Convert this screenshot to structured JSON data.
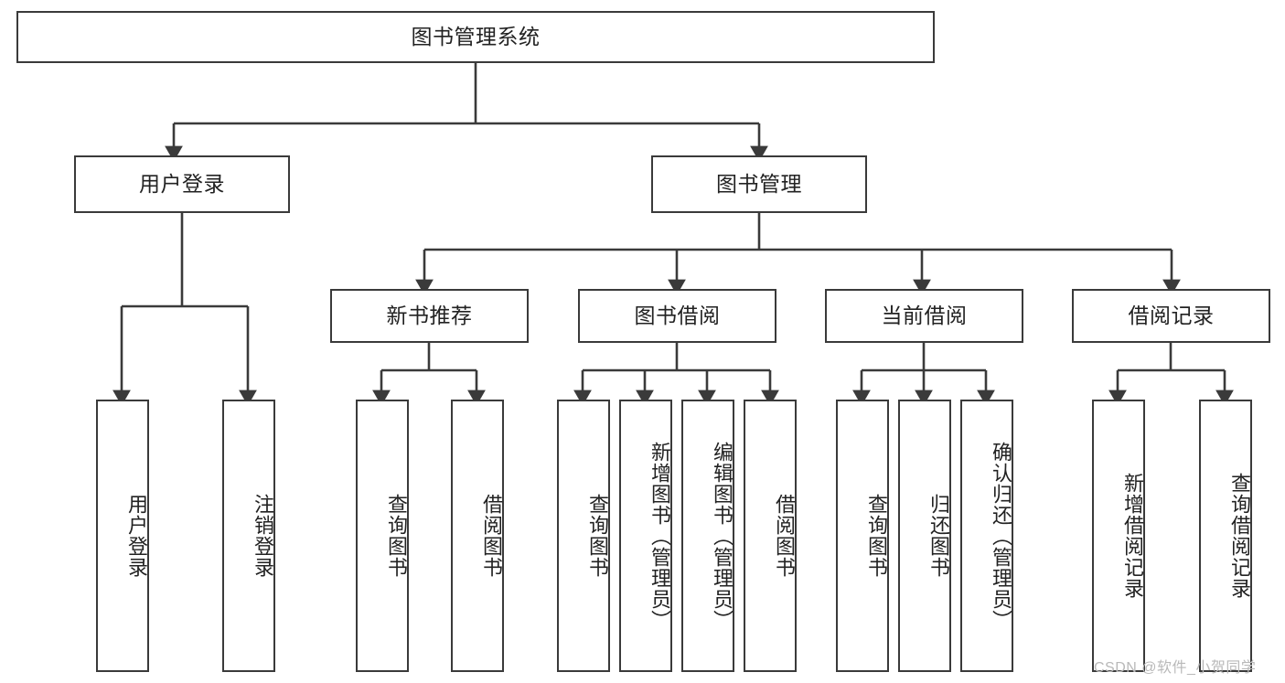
{
  "diagram": {
    "type": "tree",
    "title": "图书管理系统",
    "orientation": "top-down",
    "levels": 4,
    "colors": {
      "box_border": "#3a3a3a",
      "box_fill": "#ffffff",
      "connector": "#3a3a3a",
      "text": "#222222",
      "watermark": "#b9b9b9",
      "background": "#ffffff"
    },
    "root": {
      "label": "图书管理系统"
    },
    "level2": [
      {
        "label": "用户登录"
      },
      {
        "label": "图书管理"
      }
    ],
    "level3": [
      {
        "label": "新书推荐"
      },
      {
        "label": "图书借阅"
      },
      {
        "label": "当前借阅"
      },
      {
        "label": "借阅记录"
      }
    ],
    "leaves": [
      {
        "label": "用户登录",
        "parent": "用户登录"
      },
      {
        "label": "注销登录",
        "parent": "用户登录"
      },
      {
        "label": "查询图书",
        "parent": "新书推荐"
      },
      {
        "label": "借阅图书",
        "parent": "新书推荐"
      },
      {
        "label": "查询图书",
        "parent": "图书借阅"
      },
      {
        "label": "新增图书（管理员）",
        "parent": "图书借阅"
      },
      {
        "label": "编辑图书（管理员）",
        "parent": "图书借阅"
      },
      {
        "label": "借阅图书",
        "parent": "图书借阅"
      },
      {
        "label": "查询图书",
        "parent": "当前借阅"
      },
      {
        "label": "归还图书",
        "parent": "当前借阅"
      },
      {
        "label": "确认归还（管理员）",
        "parent": "当前借阅"
      },
      {
        "label": "新增借阅记录",
        "parent": "借阅记录"
      },
      {
        "label": "查询借阅记录",
        "parent": "借阅记录"
      }
    ],
    "watermark": "CSDN @软件_小贺同学"
  }
}
